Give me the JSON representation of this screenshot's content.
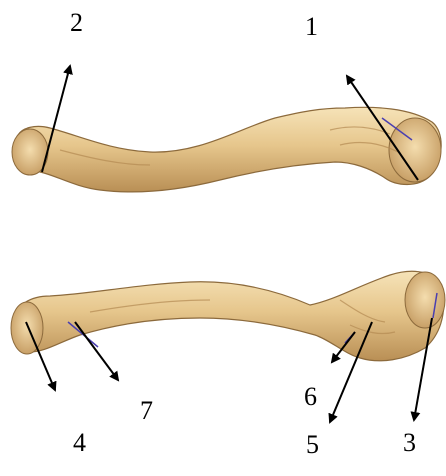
{
  "figure": {
    "subject": "clavicle-bone",
    "views": [
      "upper-bone",
      "lower-bone"
    ],
    "colors": {
      "bone_light": "#f1d9a6",
      "bone_mid": "#e0bd82",
      "bone_dark": "#b98f55",
      "bone_edge": "#8c6a3c",
      "arrow": "#000000",
      "pointer_line": "#4a3fb0"
    }
  },
  "labels": [
    {
      "text": "1"
    },
    {
      "text": "2"
    },
    {
      "text": "3"
    },
    {
      "text": "4"
    },
    {
      "text": "5"
    },
    {
      "text": "6"
    },
    {
      "text": "7"
    }
  ]
}
